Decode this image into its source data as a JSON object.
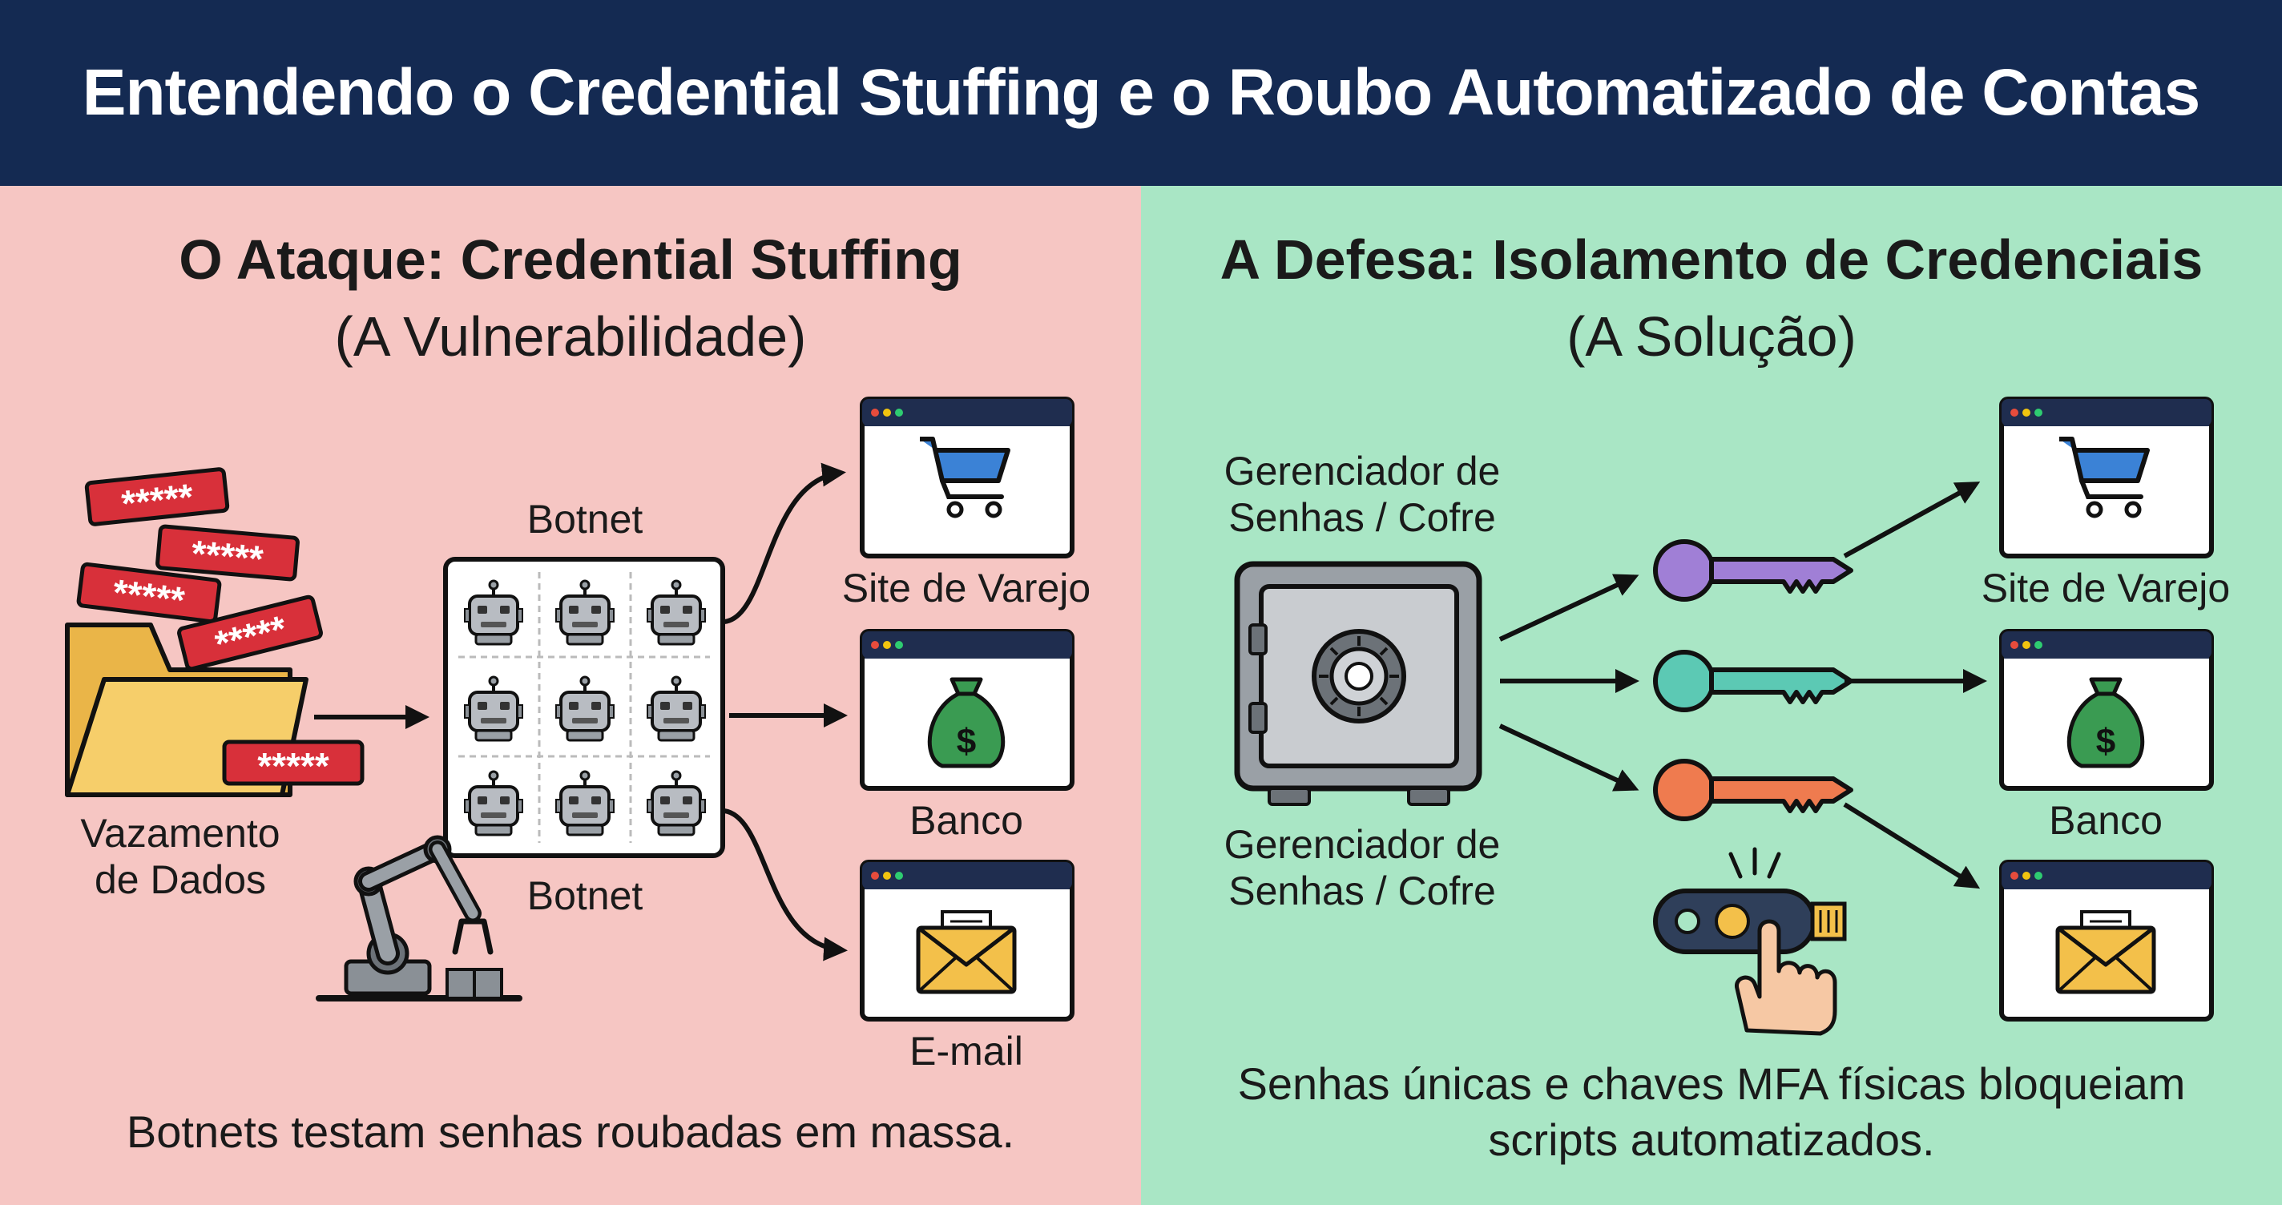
{
  "header": {
    "title": "Entendendo o Credential Stuffing e o Roubo Automatizado de Contas"
  },
  "left": {
    "title": "O Ataque: Credential Stuffing",
    "subtitle": "(A Vulnerabilidade)",
    "password_mask": "*****",
    "leak_label_line1": "Vazamento",
    "leak_label_line2": "de Dados",
    "botnet_label_top": "Botnet",
    "botnet_label_bottom": "Botnet",
    "sites": [
      "Site de Varejo",
      "Banco",
      "E-mail"
    ],
    "caption": "Botnets testam senhas roubadas em massa."
  },
  "right": {
    "title": "A Defesa: Isolamento de Credenciais",
    "subtitle": "(A Solução)",
    "vault_label_top_line1": "Gerenciador de",
    "vault_label_top_line2": "Senhas / Cofre",
    "vault_label_bottom_line1": "Gerenciador de",
    "vault_label_bottom_line2": "Senhas / Cofre",
    "sites": [
      "Site de Varejo",
      "Banco"
    ],
    "money_symbol": "$",
    "caption_line1": "Senhas únicas e chaves MFA físicas bloqueiam",
    "caption_line2": "scripts automatizados."
  },
  "colors": {
    "header_bg": "#142a52",
    "attack_bg": "#f6c6c3",
    "defense_bg": "#a9e6c5",
    "key_purple": "#a07fd6",
    "key_teal": "#5cc9b4",
    "key_orange": "#ef7b4f",
    "password_badge": "#d8303a",
    "cart_blue": "#3b82d6",
    "money_green": "#3a9b52",
    "envelope_yellow": "#f3c04a"
  }
}
